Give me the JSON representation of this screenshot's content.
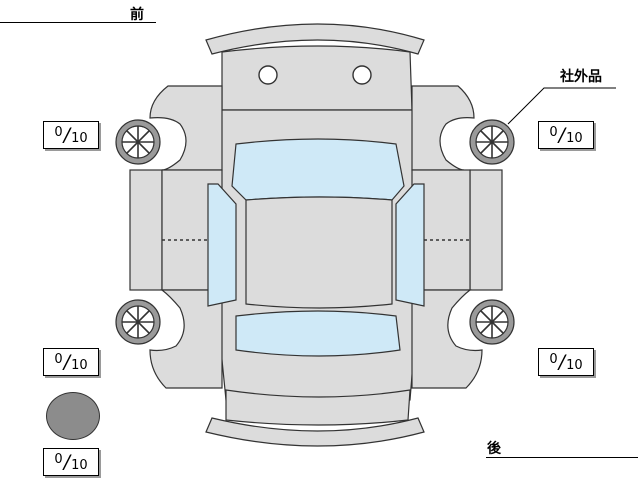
{
  "labels": {
    "front": "前",
    "rear": "後",
    "aftermarket": "社外品"
  },
  "score_boxes": [
    {
      "id": "front-left-wheel",
      "value": "0",
      "max": "10"
    },
    {
      "id": "front-right-wheel",
      "value": "0",
      "max": "10"
    },
    {
      "id": "rear-left-wheel",
      "value": "0",
      "max": "10"
    },
    {
      "id": "rear-right-wheel",
      "value": "0",
      "max": "10"
    },
    {
      "id": "spare-tire",
      "value": "0",
      "max": "10"
    }
  ],
  "colors": {
    "body": "#dcdcdc",
    "glass": "#cfe9f7",
    "outline": "#333333",
    "spare_tire": "#8c8c8c"
  }
}
